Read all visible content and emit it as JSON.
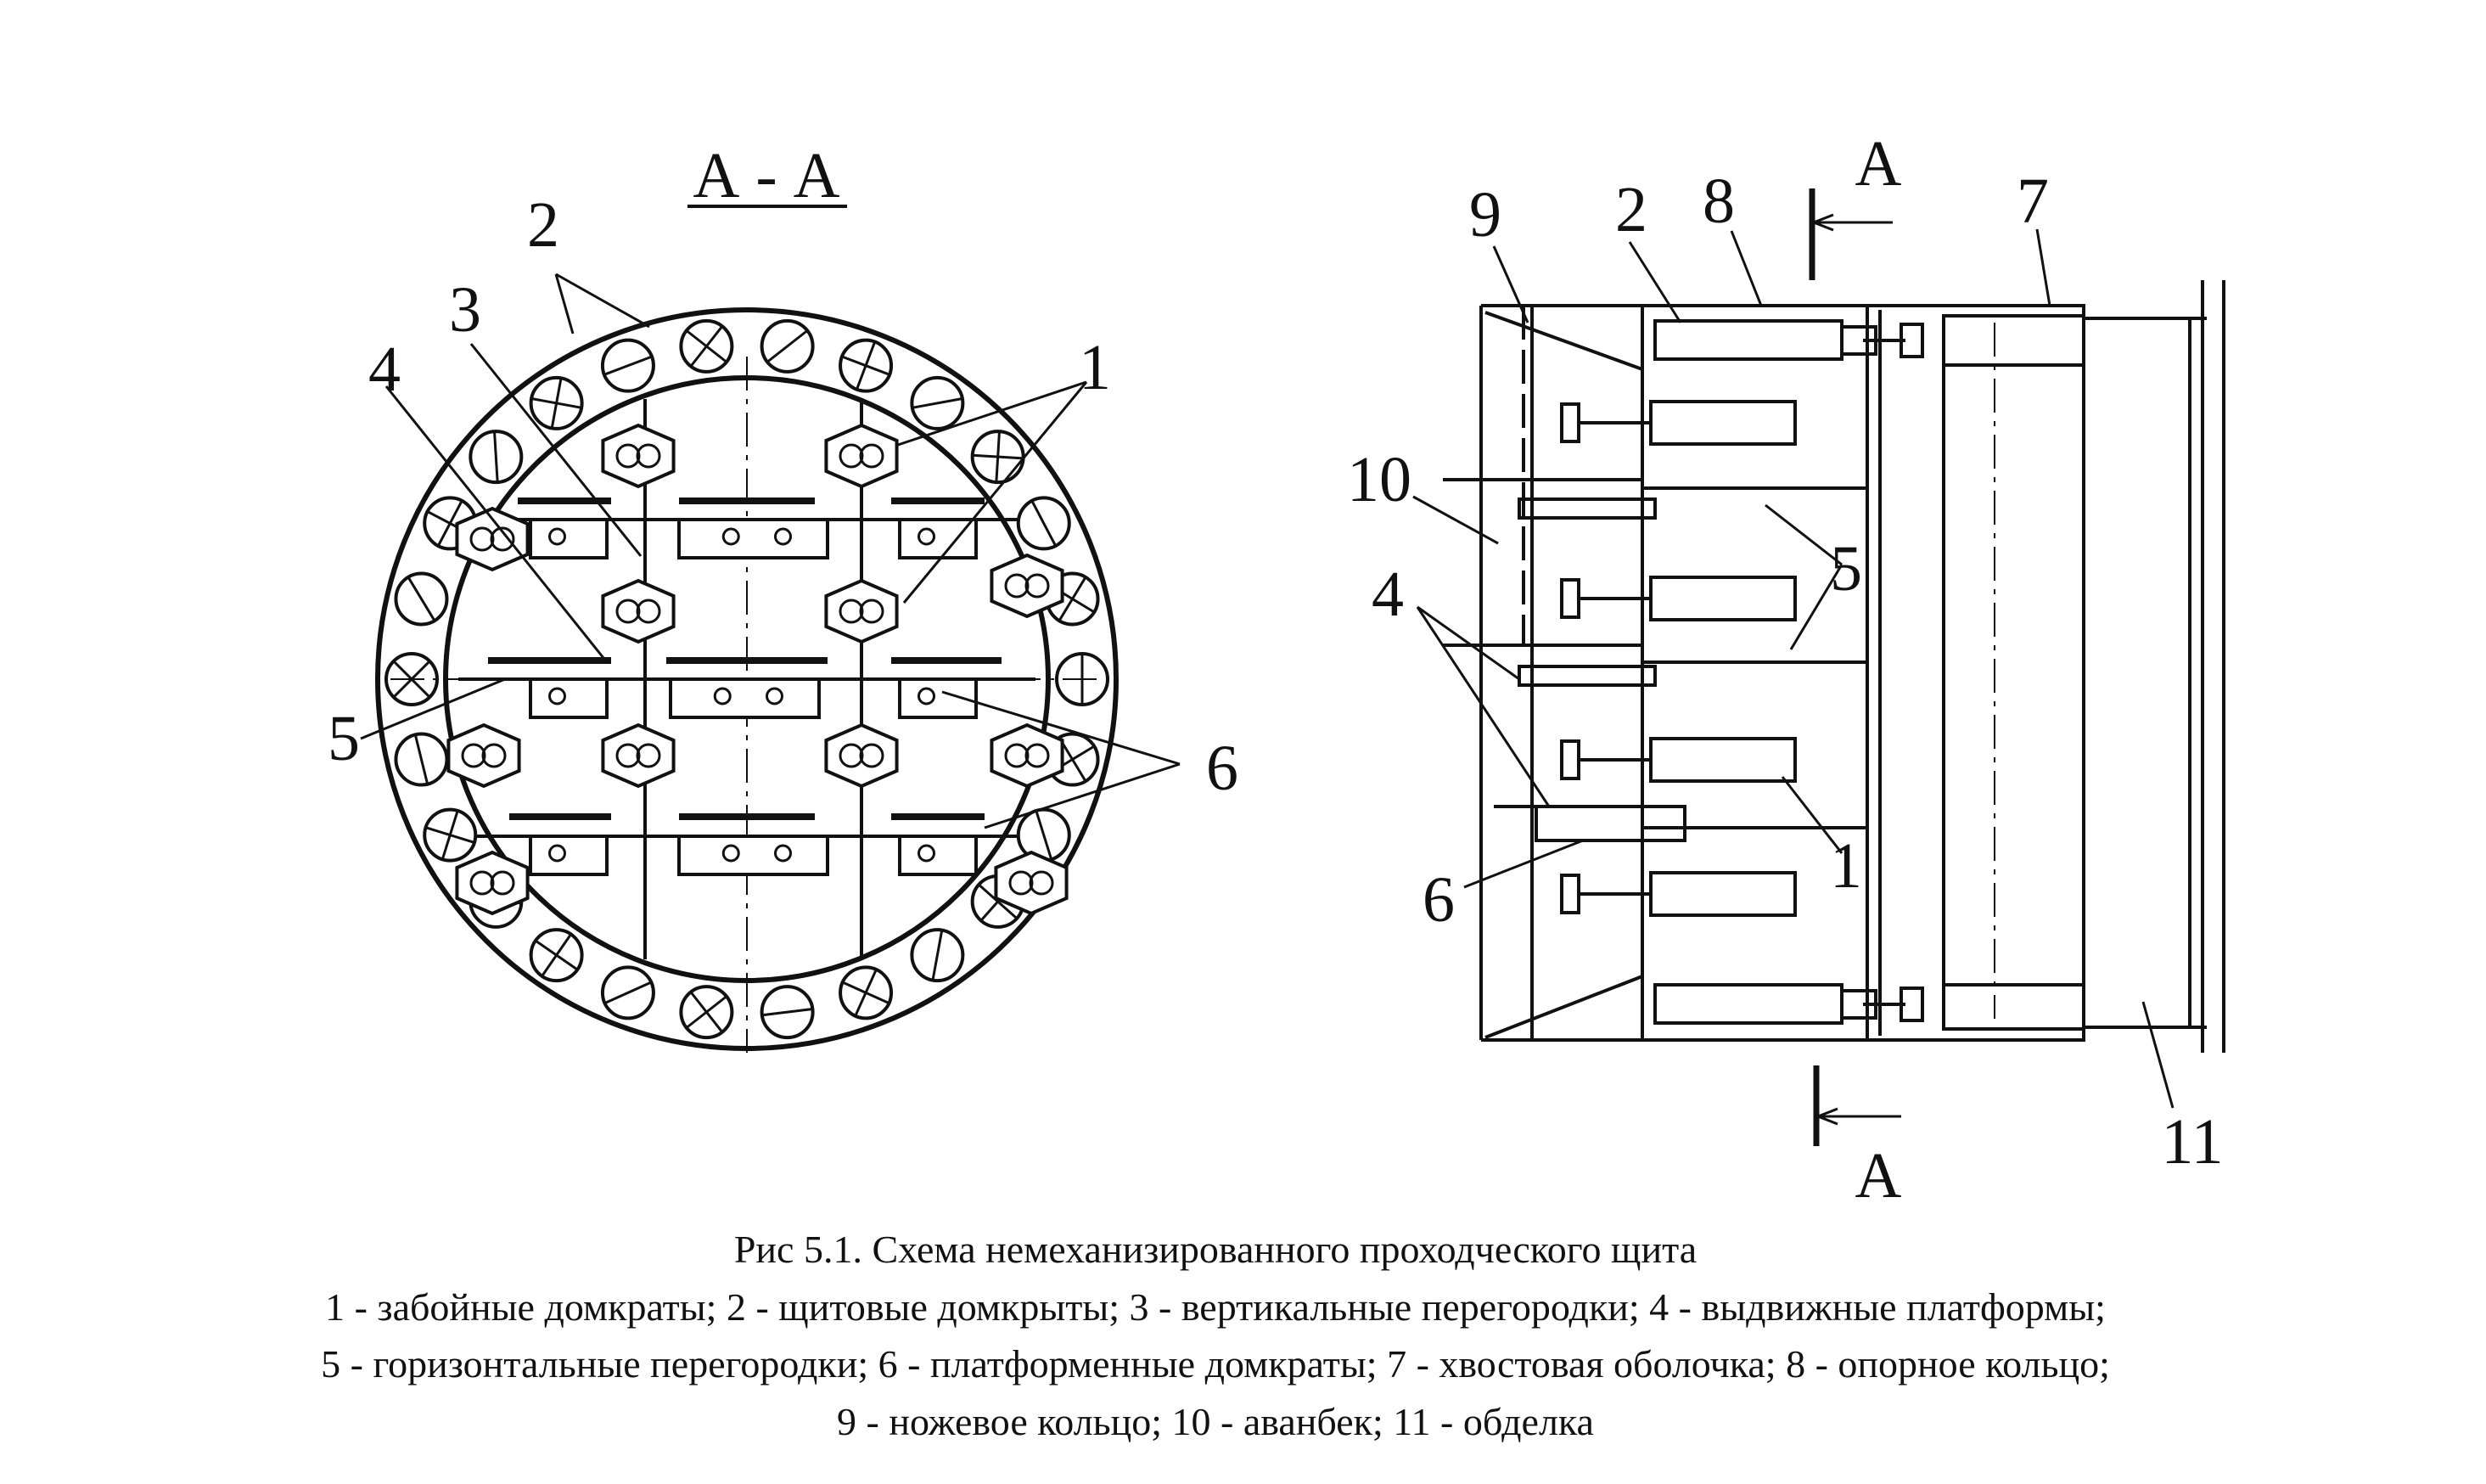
{
  "section_view": {
    "title": "А - А",
    "labels": [
      {
        "id": "2",
        "text": "2"
      },
      {
        "id": "3",
        "text": "3"
      },
      {
        "id": "4",
        "text": "4"
      },
      {
        "id": "1",
        "text": "1"
      },
      {
        "id": "5",
        "text": "5"
      },
      {
        "id": "6",
        "text": "6"
      }
    ]
  },
  "side_view": {
    "section_marks": {
      "top": "А",
      "bottom": "А"
    },
    "labels": [
      {
        "id": "9",
        "text": "9"
      },
      {
        "id": "2",
        "text": "2"
      },
      {
        "id": "8",
        "text": "8"
      },
      {
        "id": "7",
        "text": "7"
      },
      {
        "id": "10",
        "text": "10"
      },
      {
        "id": "4",
        "text": "4"
      },
      {
        "id": "5",
        "text": "5"
      },
      {
        "id": "1",
        "text": "1"
      },
      {
        "id": "6",
        "text": "6"
      },
      {
        "id": "11",
        "text": "11"
      }
    ]
  },
  "caption": {
    "title": "Рис 5.1. Схема немеханизированного проходческого щита",
    "line1": "1 - забойные домкраты; 2 - щитовые домкрыты; 3 - вертикальные перегородки; 4 - выдвижные платформы;",
    "line2": "5 - горизонтальные перегородки; 6 - платформенные домкраты; 7 - хвостовая оболочка; 8 - опорное кольцо;",
    "line3": "9 - ножевое кольцо; 10 - аванбек; 11 - обделка"
  }
}
